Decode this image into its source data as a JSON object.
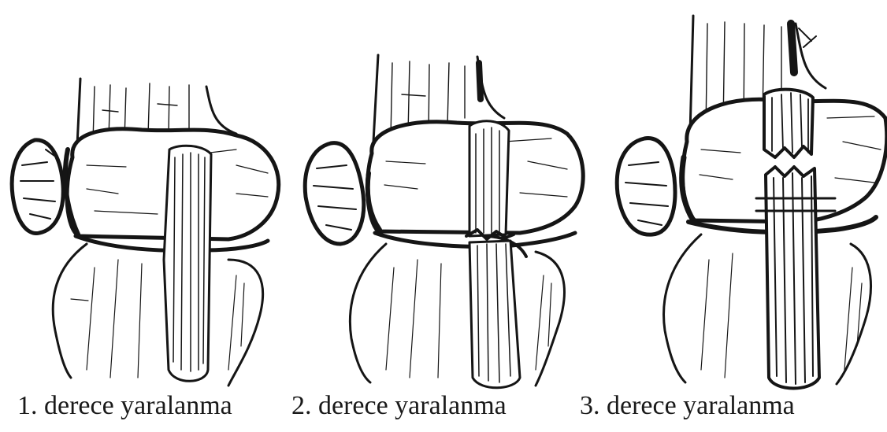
{
  "figure": {
    "panels": [
      {
        "id": "grade-1",
        "caption": "1. derece yaralanma",
        "ligament_state": "stretched"
      },
      {
        "id": "grade-2",
        "caption": "2. derece yaralanma",
        "ligament_state": "partial-tear"
      },
      {
        "id": "grade-3",
        "caption": "3. derece yaralanma",
        "ligament_state": "complete-tear"
      }
    ],
    "colors": {
      "ink": "#151515",
      "paper": "#ffffff"
    }
  }
}
